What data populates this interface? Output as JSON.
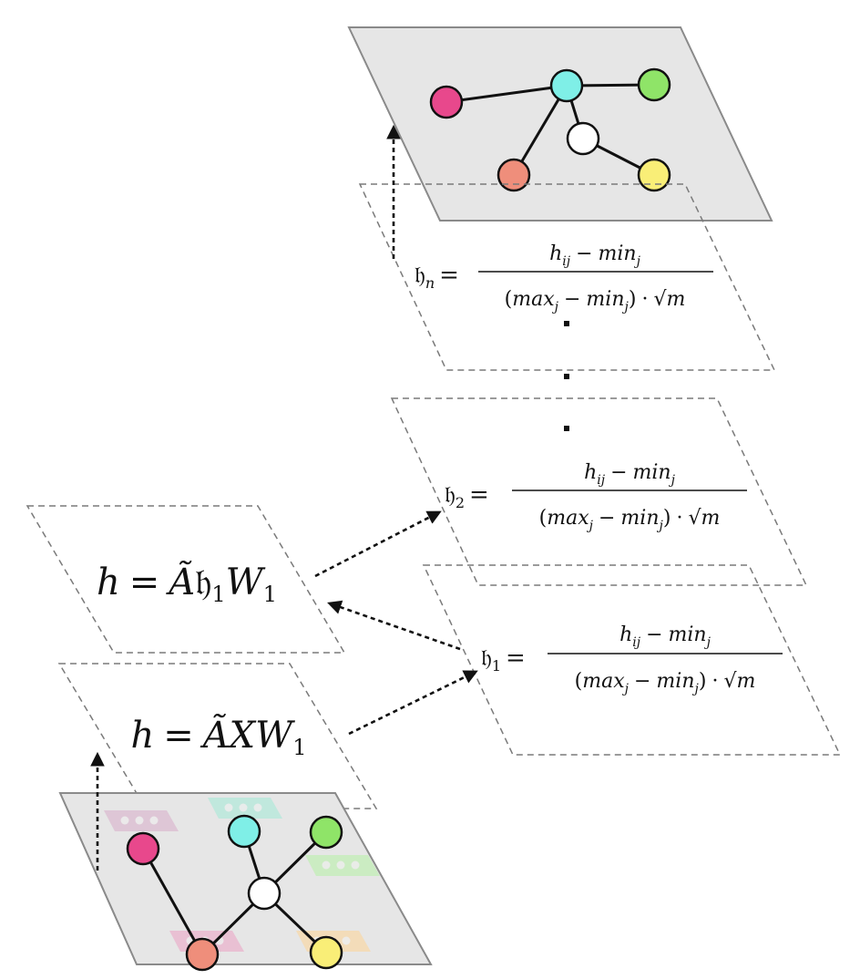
{
  "colors": {
    "pink": "#e8488c",
    "cyan": "#7fefe7",
    "green": "#8fe468",
    "salmon": "#ef8e7b",
    "yellow": "#f9ee77",
    "white": "#ffffff",
    "plane": "#e6e6e6",
    "plane_border": "#8a8a8a",
    "dashed": "#7a7a7a",
    "tag_pink": "#e9b9cf",
    "tag_teal": "#b9e7da",
    "tag_green": "#c5ecbb",
    "tag_purple": "#dcc0d2",
    "tag_orange": "#f5d9b0"
  },
  "norm_formula": {
    "numerator": "h",
    "num_sub": "ij",
    "minus": "−",
    "min_word": "min",
    "min_sub": "j",
    "max_word": "max",
    "max_sub": "j",
    "open_paren": "(",
    "close_paren": ")",
    "dot": "·",
    "sqrt_sym": "√",
    "sqrt_arg": "m"
  },
  "layers": {
    "n": {
      "symbol": "𝔥",
      "sub": "n",
      "equals": "="
    },
    "two": {
      "symbol": "𝔥",
      "sub": "2",
      "equals": "="
    },
    "one": {
      "symbol": "𝔥",
      "sub": "1",
      "equals": "="
    }
  },
  "gcn_top": {
    "h": "h",
    "equals": "=",
    "A": "Ã",
    "frak": "𝔥",
    "frak_sub": "1",
    "W": "W",
    "W_sub": "1"
  },
  "gcn_bottom": {
    "h": "h",
    "equals": "=",
    "A": "Ã",
    "X": "X",
    "W": "W",
    "W_sub": "1"
  },
  "ellipsis": [
    "·",
    "·",
    "·"
  ]
}
